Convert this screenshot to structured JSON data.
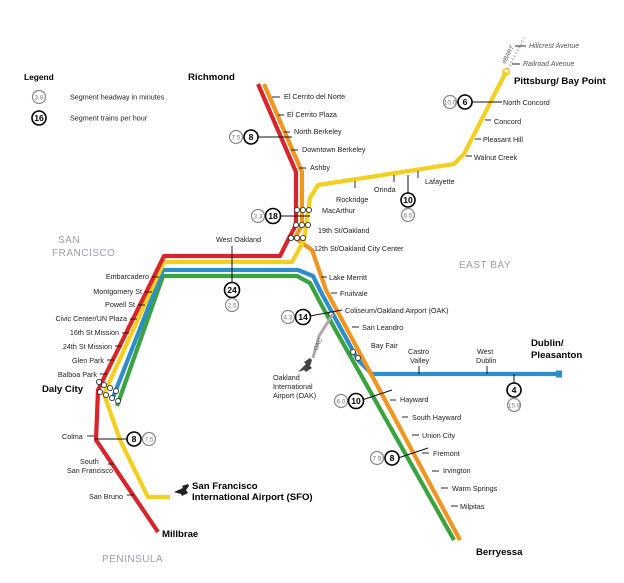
{
  "colors": {
    "red": "#d7262b",
    "orange": "#f0951f",
    "yellow": "#f3cf1f",
    "green": "#3aa340",
    "blue": "#2d8ec9",
    "gray_text": "#9aa0aa"
  },
  "legend": {
    "title": "Legend",
    "items": [
      {
        "value": "3.8",
        "label": "Segment headway in minutes"
      },
      {
        "value": "16",
        "label": "Segment trains per hour"
      }
    ]
  },
  "regions": {
    "sf_line1": "SAN",
    "sf_line2": "FRANCISCO",
    "east_bay": "EAST BAY",
    "peninsula": "PENINSULA"
  },
  "terminals": {
    "richmond": "Richmond",
    "pittsburg": "Pittsburg/ Bay Point",
    "dublin_line1": "Dublin/",
    "dublin_line2": "Pleasanton",
    "daly_city": "Daly City",
    "millbrae": "Millbrae",
    "berryessa": "Berryessa",
    "sfo_line1": "San Francisco",
    "sfo_line2": "International Airport (SFO)"
  },
  "ebart": {
    "label": "eBART",
    "stations": [
      "Hillcrest Avenue",
      "Railroad Avenue"
    ]
  },
  "stations": {
    "richmond_branch": [
      "El Cerrito del Norte",
      "El Cerrito Plaza",
      "North Berkeley",
      "Downtown Berkeley",
      "Ashby",
      "MacArthur",
      "19th St/Oakland",
      "12th St/Oakland City Center"
    ],
    "pittsburg_branch": [
      "North Concord",
      "Concord",
      "Pleasant Hill",
      "Walnut Creek",
      "Lafayette",
      "Orinda",
      "Rockridge"
    ],
    "west_oakland": "West Oakland",
    "south_branch": [
      "Lake Merritt",
      "Fruitvale",
      "Coliseum/Oakland Airport (OAK)",
      "San Leandro",
      "Bay Fair",
      "Hayward",
      "South Hayward",
      "Union City",
      "Fremont",
      "Irvington",
      "Warm Springs",
      "Milpitas"
    ],
    "dublin_branch": [
      "Castro Valley",
      "West Dublin"
    ],
    "sf": [
      "Embarcadero",
      "Montgomery St",
      "Powell St",
      "Civic Center/UN Plaza",
      "16th St Mission",
      "24th St Mission",
      "Glen Park",
      "Balboa Park"
    ],
    "peninsula": [
      "Colma",
      "South San Francisco",
      "San Bruno"
    ],
    "oak_airport": "Oakland International Airport (OAK)",
    "oac_label": "OAC"
  },
  "headways": {
    "pittsburg": {
      "trains": "6",
      "minutes": "10.0"
    },
    "richmond": {
      "trains": "8",
      "minutes": "7.5"
    },
    "orinda": {
      "trains": "10",
      "minutes": "6.0"
    },
    "macarthur": {
      "trains": "18",
      "minutes": "3.3"
    },
    "transbay": {
      "trains": "24",
      "minutes": "2.5"
    },
    "coliseum": {
      "trains": "14",
      "minutes": "4.3"
    },
    "hayward": {
      "trains": "10",
      "minutes": "6.0"
    },
    "fremont": {
      "trains": "8",
      "minutes": "7.5"
    },
    "dublin": {
      "trains": "4",
      "minutes": "15.0"
    },
    "colma": {
      "trains": "8",
      "minutes": "7.5"
    }
  }
}
